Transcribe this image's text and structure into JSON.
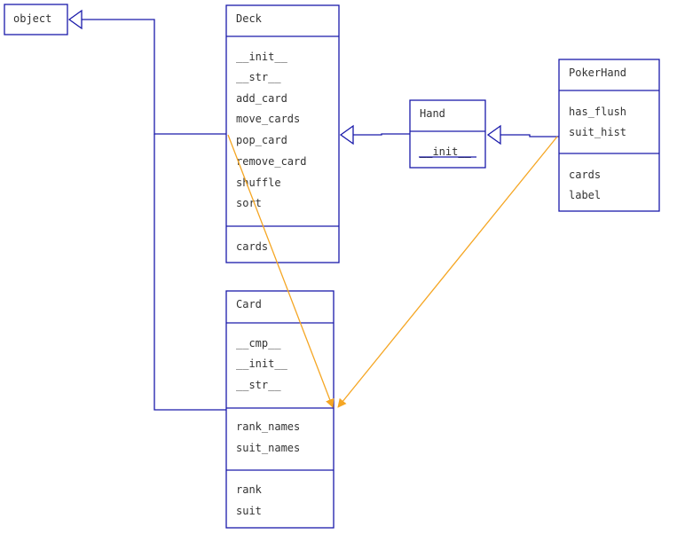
{
  "colors": {
    "class_border": "#1a1aaa",
    "dependency_arrow": "#f5a623",
    "text": "#333333"
  },
  "classes": {
    "object": {
      "name": "object"
    },
    "deck": {
      "name": "Deck",
      "methods": [
        "__init__",
        "__str__",
        "add_card",
        "move_cards",
        "pop_card",
        "remove_card",
        "shuffle",
        "sort"
      ],
      "attributes": [
        "cards"
      ]
    },
    "hand": {
      "name": "Hand",
      "methods": [
        "__init__"
      ]
    },
    "pokerhand": {
      "name": "PokerHand",
      "methods": [
        "has_flush",
        "suit_hist"
      ],
      "attributes": [
        "cards",
        "label"
      ]
    },
    "card": {
      "name": "Card",
      "methods": [
        "__cmp__",
        "__init__",
        "__str__"
      ],
      "class_attributes": [
        "rank_names",
        "suit_names"
      ],
      "attributes": [
        "rank",
        "suit"
      ]
    }
  },
  "relations": {
    "inheritance": [
      {
        "from": "Deck",
        "to": "object"
      },
      {
        "from": "Card",
        "to": "object"
      },
      {
        "from": "Hand",
        "to": "Deck"
      },
      {
        "from": "PokerHand",
        "to": "Hand"
      }
    ],
    "dependency": [
      {
        "from": "Deck",
        "to": "Card"
      },
      {
        "from": "PokerHand",
        "to": "Card"
      }
    ]
  }
}
